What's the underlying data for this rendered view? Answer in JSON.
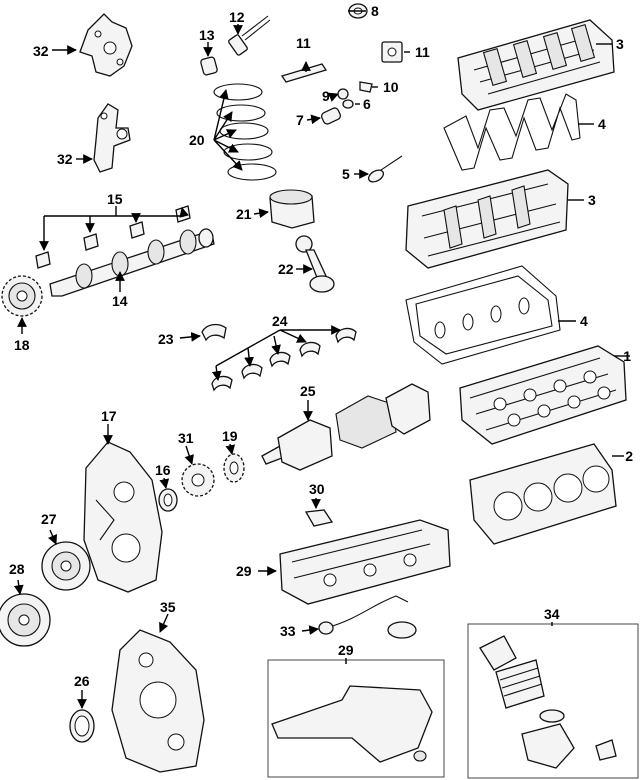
{
  "callouts": {
    "c1": "1",
    "c2": "2",
    "c3a": "3",
    "c3b": "3",
    "c4a": "4",
    "c4b": "4",
    "c5": "5",
    "c6": "6",
    "c7": "7",
    "c8": "8",
    "c9": "9",
    "c10": "10",
    "c11a": "11",
    "c11b": "11",
    "c12": "12",
    "c13": "13",
    "c14": "14",
    "c15": "15",
    "c16": "16",
    "c17": "17",
    "c18": "18",
    "c19": "19",
    "c20": "20",
    "c21": "21",
    "c22": "22",
    "c23": "23",
    "c24": "24",
    "c25": "25",
    "c26": "26",
    "c27": "27",
    "c28": "28",
    "c29a": "29",
    "c29b": "29",
    "c30": "30",
    "c31": "31",
    "c32a": "32",
    "c32b": "32",
    "c33": "33",
    "c34": "34",
    "c35": "35"
  }
}
